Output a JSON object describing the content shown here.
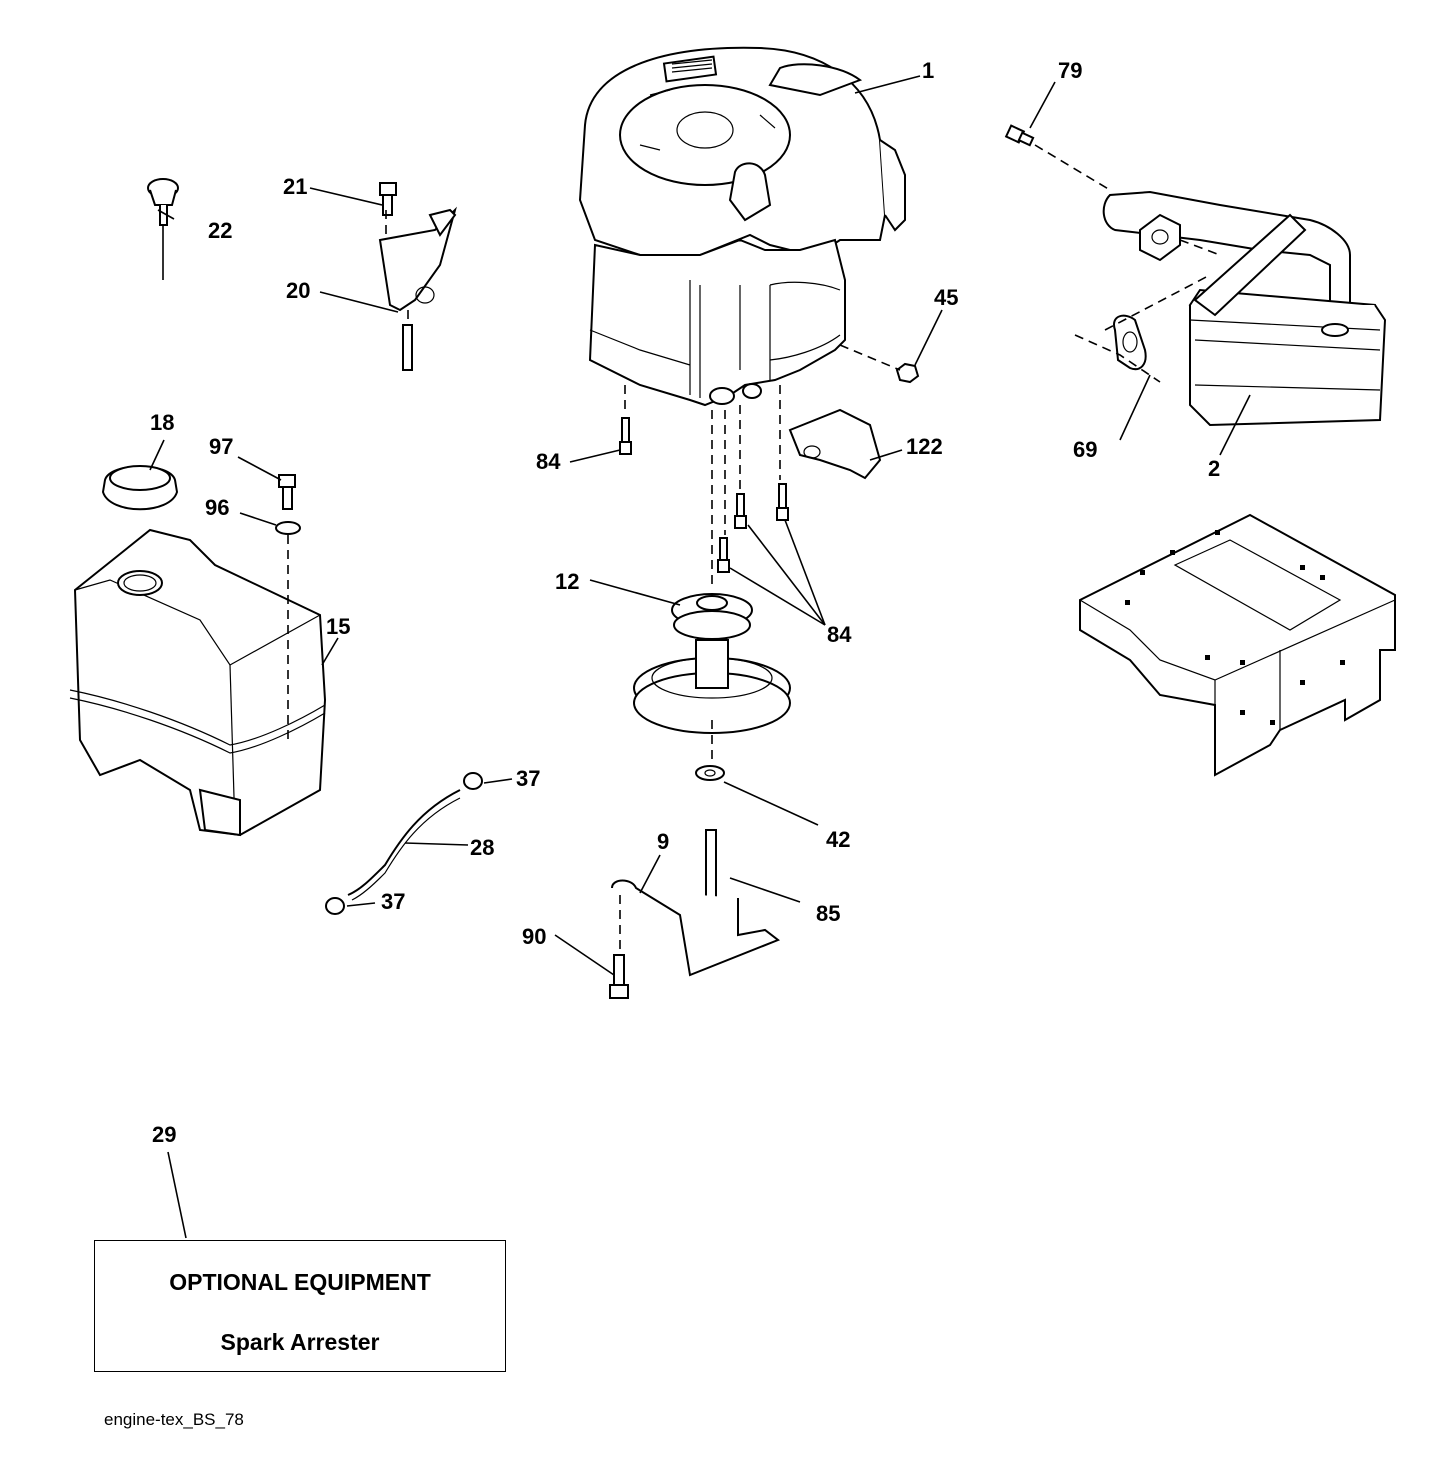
{
  "callouts": {
    "c1": "1",
    "c2": "2",
    "c9": "9",
    "c12": "12",
    "c15": "15",
    "c18": "18",
    "c20": "20",
    "c21": "21",
    "c22": "22",
    "c28": "28",
    "c29": "29",
    "c37a": "37",
    "c37b": "37",
    "c42": "42",
    "c45": "45",
    "c69": "69",
    "c79": "79",
    "c84a": "84",
    "c84b": "84",
    "c85": "85",
    "c90": "90",
    "c96": "96",
    "c97": "97",
    "c122": "122"
  },
  "optional_box": {
    "title": "OPTIONAL EQUIPMENT",
    "subtitle": "Spark Arrester"
  },
  "file_id": "engine-tex_BS_78"
}
